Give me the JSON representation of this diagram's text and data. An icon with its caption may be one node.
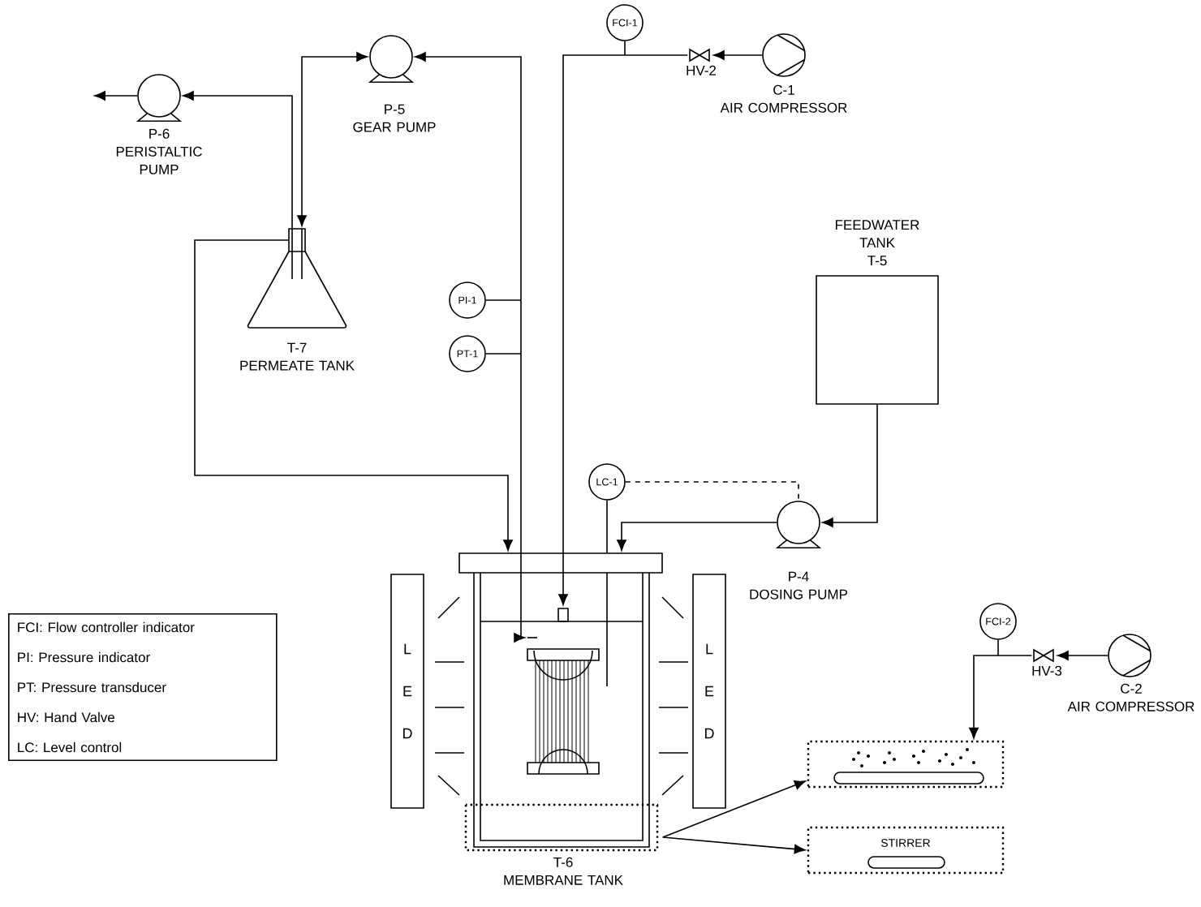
{
  "diagram": {
    "nodes": [
      {
        "text": [
          "P-6",
          "PERISTALTIC PUMP"
        ]
      },
      {
        "text": [
          "P-5",
          "GEAR PUMP"
        ]
      },
      {
        "text": [
          "T-7",
          "PERMEATE TANK"
        ]
      },
      {
        "text": [
          "PI-1"
        ]
      },
      {
        "text": [
          "PT-1"
        ]
      },
      {
        "text": [
          "FCI-1"
        ]
      },
      {
        "text": [
          "HV-2"
        ]
      },
      {
        "text": [
          "C-1",
          "AIR COMPRESSOR"
        ]
      },
      {
        "text": [
          "FEEDWATER TANK",
          "T-5"
        ]
      },
      {
        "text": [
          "LC-1"
        ]
      },
      {
        "text": [
          "P-4",
          "DOSING PUMP"
        ]
      },
      {
        "text": [
          "T-6",
          "MEMBRANE TANK"
        ]
      },
      {
        "text": [],
        "shape": "cylinder",
        "in": 11
      },
      {
        "text": [
          "L E D"
        ]
      },
      {
        "text": [
          "L E D"
        ]
      },
      {
        "text": [],
        "shape": "box"
      },
      {
        "text": [
          "STIRRER"
        ]
      },
      {
        "text": [
          "FCI-2"
        ]
      },
      {
        "text": [
          "HV-3"
        ]
      },
      {
        "text": [
          "C-2",
          "AIR COMPRESSOR"
        ]
      },
      {
        "text": [
          "FCI: Flow controller indicator",
          "PI: Pressure indicator",
          "PT: Pressure transducer",
          "HV: Hand Valve",
          "LC: Level control"
        ]
      }
    ],
    "edges": [
      {
        "from": 0,
        "to": null,
        "arrow": "to"
      },
      {
        "from": 2,
        "to": 0,
        "arrow": "to"
      },
      {
        "from": 1,
        "to": 2,
        "arrow": "both"
      },
      {
        "from": 12,
        "to": 1,
        "arrow": "both"
      },
      {
        "from": 3,
        "to": null,
        "arrow": "none"
      },
      {
        "from": 4,
        "to": null,
        "arrow": "none"
      },
      {
        "from": 7,
        "to": 6,
        "arrow": "to"
      },
      {
        "from": 6,
        "to": 12,
        "arrow": "to"
      },
      {
        "from": 5,
        "to": null,
        "arrow": "none"
      },
      {
        "from": 2,
        "to": 11,
        "arrow": "to"
      },
      {
        "from": 8,
        "to": 10,
        "arrow": "to"
      },
      {
        "from": 10,
        "to": 11,
        "arrow": "to"
      },
      {
        "from": 9,
        "to": 10,
        "arrow": "none",
        "style": "dashed"
      },
      {
        "from": 9,
        "to": 11,
        "arrow": "none"
      },
      {
        "from": 19,
        "to": 18,
        "arrow": "to"
      },
      {
        "from": 18,
        "to": 15,
        "arrow": "to"
      },
      {
        "from": 17,
        "to": null,
        "arrow": "none"
      },
      {
        "from": 11,
        "to": 15,
        "arrow": "to"
      },
      {
        "from": 11,
        "to": 16,
        "arrow": "to"
      }
    ]
  }
}
